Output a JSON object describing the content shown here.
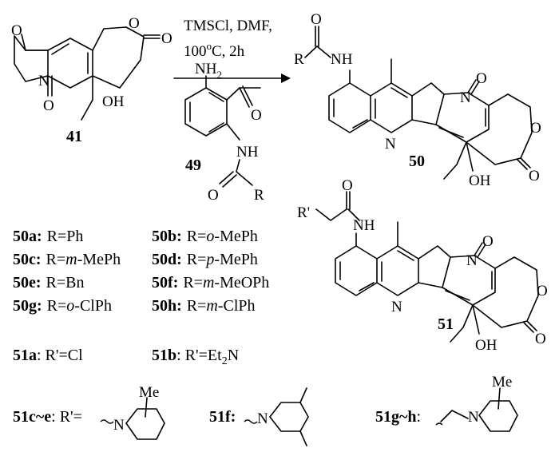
{
  "reaction": {
    "conditions_line1": "TMSCl, DMF,",
    "conditions_line2_num": "100",
    "conditions_line2_sup": "o",
    "conditions_line2_rest": "C, 2h"
  },
  "compounds": {
    "c41": "41",
    "c49": "49",
    "c50": "50",
    "c51": "51"
  },
  "atoms": {
    "O": "O",
    "N": "N",
    "OH": "OH",
    "NH": "NH",
    "NH2_main": "NH",
    "NH2_sub": "2",
    "R": "R",
    "Rp": "R'",
    "Me": "Me"
  },
  "substituents": [
    {
      "id": "50a",
      "label": "50a:",
      "text": "R=Ph"
    },
    {
      "id": "50b",
      "label": "50b:",
      "text_pre": "R=",
      "italic": "o",
      "text_post": "-MePh"
    },
    {
      "id": "50c",
      "label": "50c:",
      "text_pre": "R=",
      "italic": "m",
      "text_post": "-MePh"
    },
    {
      "id": "50d",
      "label": "50d:",
      "text_pre": "R=",
      "italic": "p",
      "text_post": "-MePh"
    },
    {
      "id": "50e",
      "label": "50e:",
      "text": "R=Bn"
    },
    {
      "id": "50f",
      "label": "50f:",
      "text_pre": "R=",
      "italic": "m",
      "text_post": "-MeOPh"
    },
    {
      "id": "50g",
      "label": "50g:",
      "text_pre": "R=",
      "italic": "o",
      "text_post": "-ClPh"
    },
    {
      "id": "50h",
      "label": "50h:",
      "text_pre": "R=",
      "italic": "m",
      "text_post": "-ClPh"
    }
  ],
  "row51": {
    "a_label": "51a",
    "a_text": ": R'=Cl",
    "b_label": "51b",
    "b_text": ": R'=Et",
    "b_sub": "2",
    "b_tail": "N",
    "ce_label": "51c~e",
    "ce_text": ": R'=",
    "f_label": "51f:",
    "gh_label": "51g~h",
    "gh_text": ":"
  }
}
